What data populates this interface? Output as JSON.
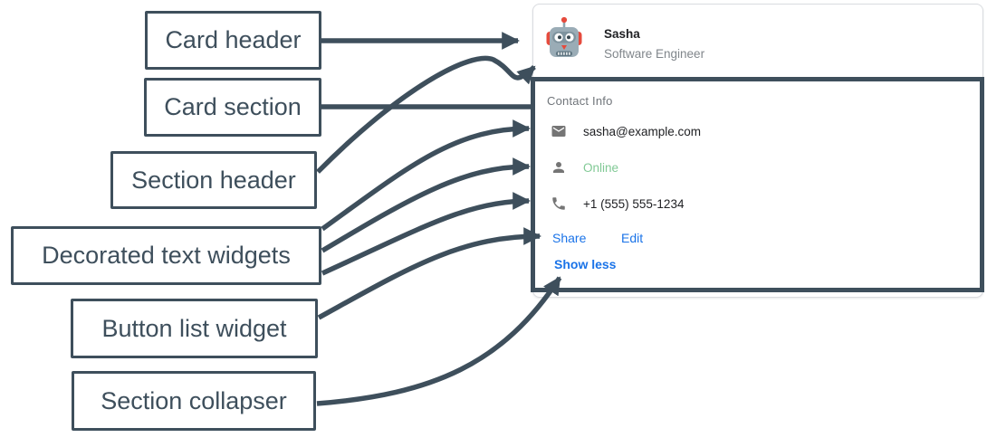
{
  "diagram": {
    "labels": [
      {
        "text": "Card header"
      },
      {
        "text": "Card section"
      },
      {
        "text": "Section header"
      },
      {
        "text": "Decorated text widgets"
      },
      {
        "text": "Button list widget"
      },
      {
        "text": "Section collapser"
      }
    ]
  },
  "card": {
    "header": {
      "avatar_icon": "robot-avatar-icon",
      "name": "Sasha",
      "subtitle": "Software Engineer"
    },
    "section": {
      "title": "Contact Info",
      "rows": [
        {
          "icon": "mail-icon",
          "text": "sasha@example.com",
          "style": "default"
        },
        {
          "icon": "person-icon",
          "text": "Online",
          "style": "online"
        },
        {
          "icon": "phone-icon",
          "text": "+1 (555) 555-1234",
          "style": "default"
        }
      ],
      "buttons": [
        {
          "label": "Share"
        },
        {
          "label": "Edit"
        }
      ],
      "collapser_label": "Show less"
    }
  },
  "colors": {
    "annotation_slate": "#3E4F5C",
    "link_blue": "#1A73E8",
    "online_green": "#81C995",
    "subtitle_gray": "#80868B",
    "text_dark": "#202124",
    "icon_gray": "#757575",
    "card_border": "#DADCE0"
  }
}
